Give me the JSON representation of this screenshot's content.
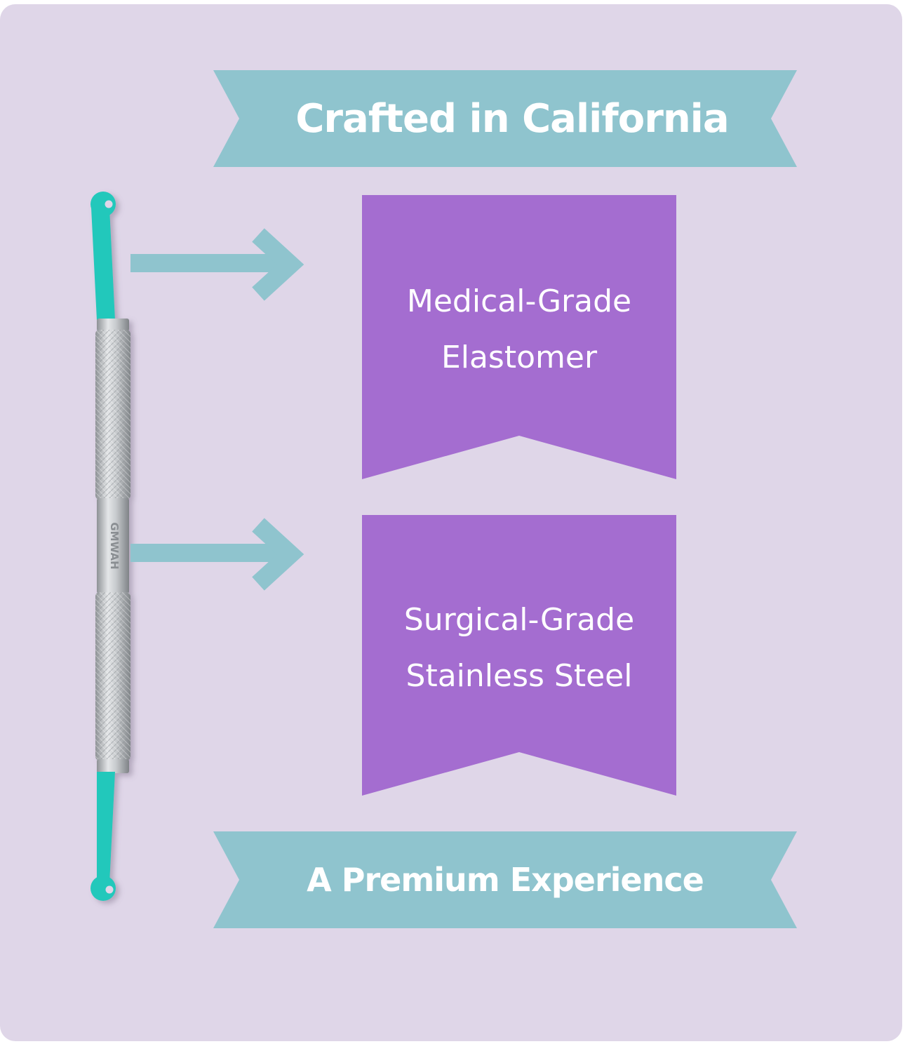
{
  "colors": {
    "background": "#dfd6e8",
    "ribbon": "#8fc4ce",
    "banner": "#a46dd0",
    "arrow": "#8fc4ce",
    "tool_tip": "#23c8bb",
    "tool_steel": "#c2c5c8"
  },
  "header_ribbon": {
    "text": "Crafted in California"
  },
  "features": [
    {
      "line1": "Medical-Grade",
      "line2": "Elastomer"
    },
    {
      "line1": "Surgical-Grade",
      "line2": "Stainless Steel"
    }
  ],
  "footer_ribbon": {
    "text": "A Premium Experience"
  },
  "tool": {
    "brand": "GMWAH"
  }
}
